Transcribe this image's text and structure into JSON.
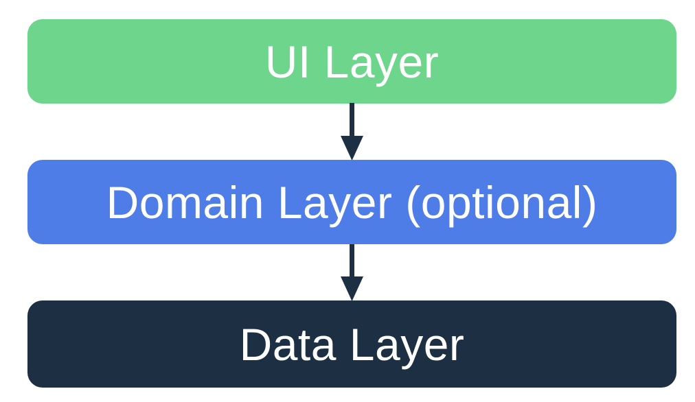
{
  "diagram": {
    "type": "layered-architecture",
    "background_color": "#ffffff",
    "text_color": "#ffffff",
    "arrow_color": "#1c2f43",
    "nodes": [
      {
        "id": "ui-layer",
        "label": "UI Layer",
        "fill": "#6dd58c"
      },
      {
        "id": "domain-layer",
        "label": "Domain Layer (optional)",
        "fill": "#4f7de8"
      },
      {
        "id": "data-layer",
        "label": "Data Layer",
        "fill": "#1c2f43"
      }
    ],
    "edges": [
      {
        "from": "UI Layer",
        "to": "Domain Layer (optional)",
        "direction": "down"
      },
      {
        "from": "Domain Layer (optional)",
        "to": "Data Layer",
        "direction": "down"
      }
    ]
  }
}
